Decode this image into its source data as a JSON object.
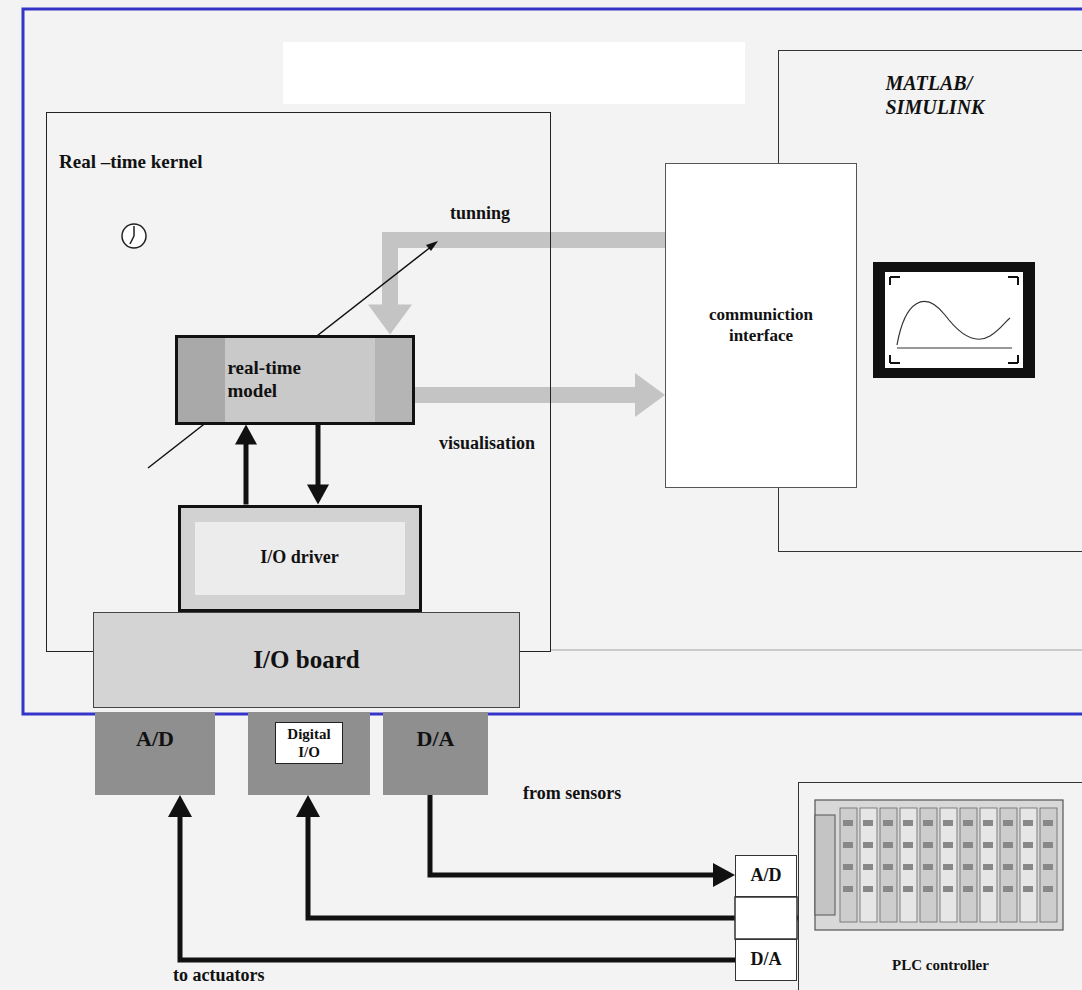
{
  "diagram": {
    "nodes": [
      {
        "text": [
          "Real –time kernel"
        ]
      },
      {
        "text": [
          "real-time model"
        ],
        "in": 0
      },
      {
        "text": [
          "I/O driver"
        ],
        "in": 0
      },
      {
        "text": [
          "I/O board"
        ]
      },
      {
        "text": [
          "A/D"
        ]
      },
      {
        "text": [
          "Digital I/O"
        ]
      },
      {
        "text": [
          "D/A"
        ]
      },
      {
        "text": [
          "MATLAB/ SIMULINK"
        ]
      },
      {
        "text": [
          "communiction interface"
        ]
      },
      {
        "text": [
          "A/D"
        ]
      },
      {
        "text": [
          "D/A"
        ]
      },
      {
        "text": [
          "PLC controller"
        ]
      }
    ],
    "edges": [
      {
        "from": 8,
        "to": 1,
        "arrow": "to",
        "label": "tunning"
      },
      {
        "from": 1,
        "to": 8,
        "arrow": "to",
        "label": "visualisation"
      },
      {
        "from": 1,
        "to": 2,
        "arrow": "to"
      },
      {
        "from": 2,
        "to": 1,
        "arrow": "to"
      },
      {
        "from": 6,
        "to": 9,
        "arrow": "to",
        "label": "from sensors"
      },
      {
        "from": 11,
        "to": 5,
        "arrow": "to"
      },
      {
        "from": 10,
        "to": 4,
        "arrow": "to",
        "label": "to actuators"
      }
    ]
  }
}
